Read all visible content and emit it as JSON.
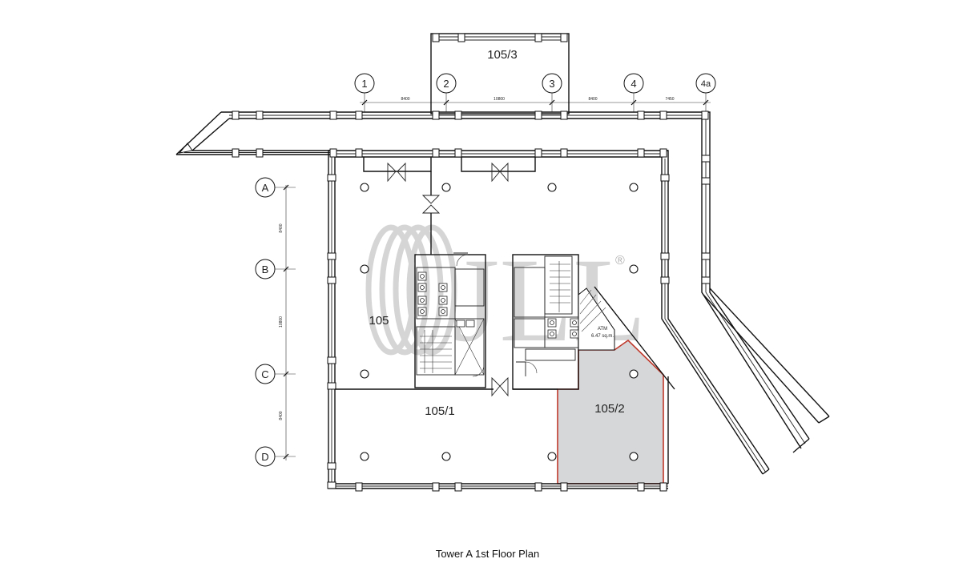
{
  "plan": {
    "caption": "Tower A  1st Floor Plan",
    "highlight_color": "#d6d7d9",
    "highlight_stroke": "#c0392b",
    "rooms": {
      "r105": "105",
      "r105_1": "105/1",
      "r105_2": "105/2",
      "r105_3": "105/3"
    },
    "atm": {
      "label": "ATM",
      "area": "6.47 sq.m."
    },
    "grid_columns": {
      "c1": "1",
      "c2": "2",
      "c3": "3",
      "c4": "4",
      "c4a": "4a"
    },
    "grid_rows": {
      "A": "A",
      "B": "B",
      "C": "C",
      "D": "D"
    },
    "col_dims": {
      "d12": "8400",
      "d23": "10800",
      "d34": "8400",
      "d44a": "7450"
    },
    "row_dims": {
      "dAB": "8400",
      "dBC": "10800",
      "dCD": "8400"
    },
    "watermark": {
      "text": "JLL",
      "reg": "®",
      "color": "#9a9a9a"
    }
  }
}
